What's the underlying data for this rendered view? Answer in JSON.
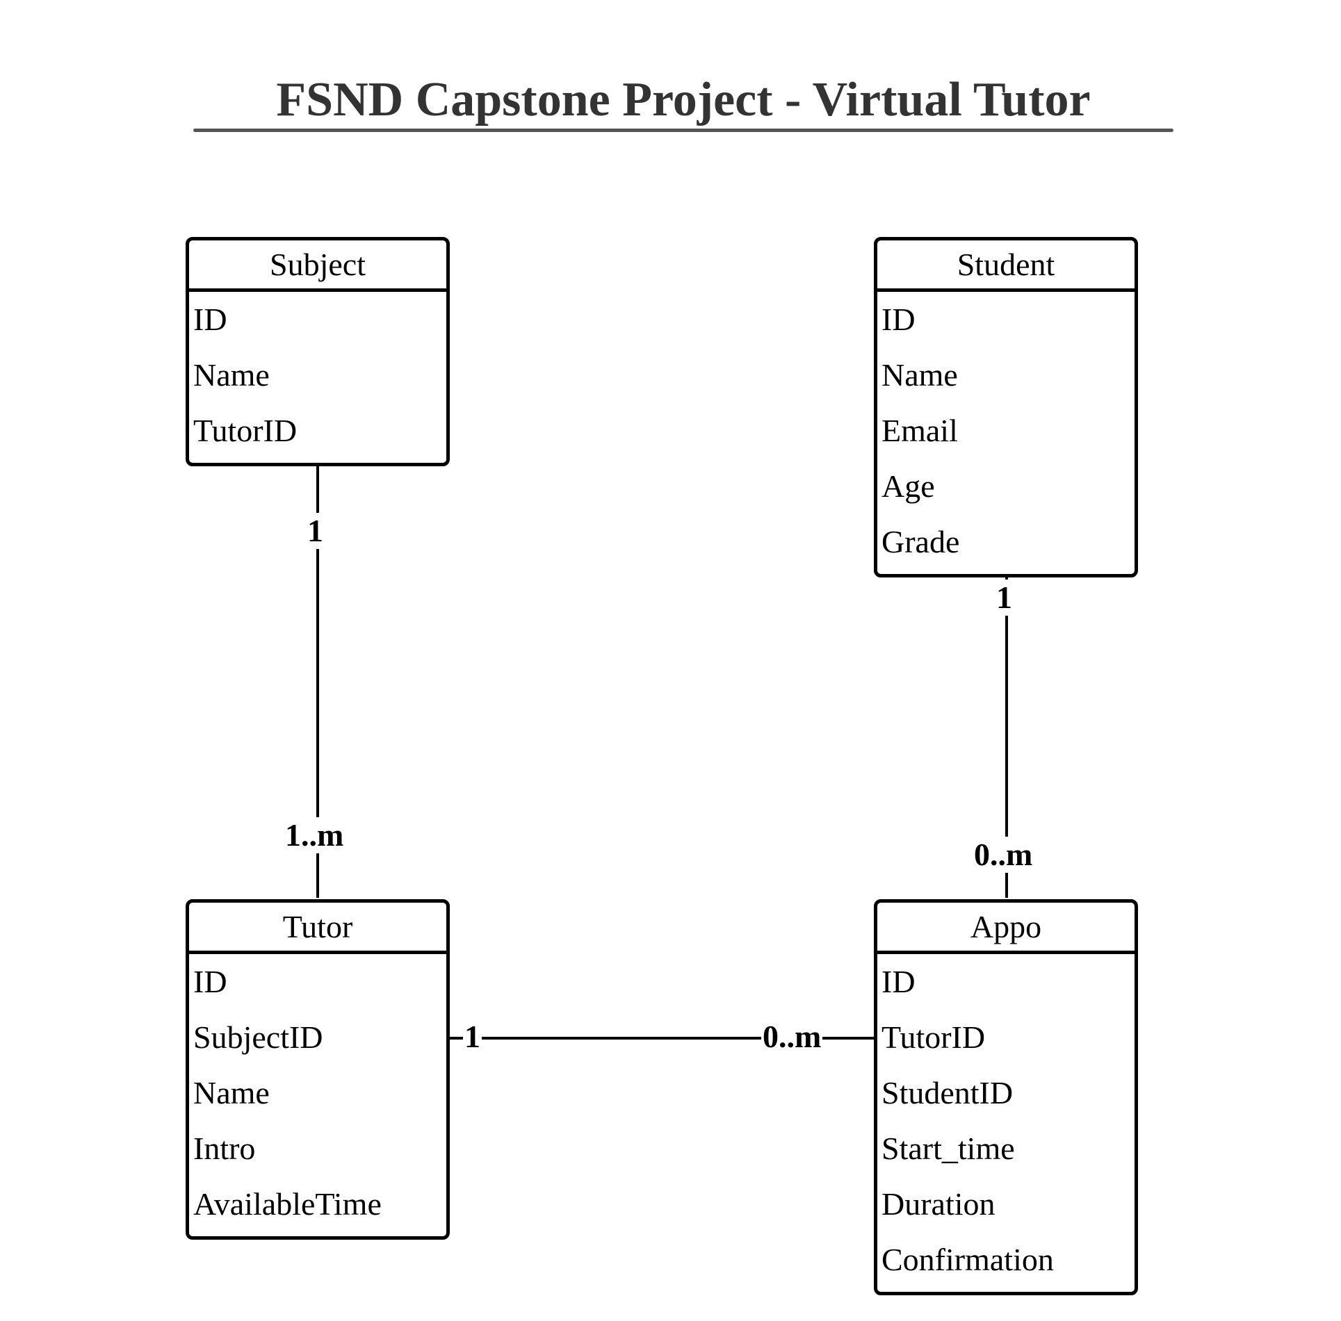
{
  "title": "FSND Capstone Project - Virtual Tutor",
  "entities": {
    "subject": {
      "name": "Subject",
      "fields": [
        "ID",
        "Name",
        "TutorID"
      ]
    },
    "student": {
      "name": "Student",
      "fields": [
        "ID",
        "Name",
        "Email",
        "Age",
        "Grade"
      ]
    },
    "tutor": {
      "name": "Tutor",
      "fields": [
        "ID",
        "SubjectID",
        "Name",
        "Intro",
        "AvailableTime"
      ]
    },
    "appo": {
      "name": "Appo",
      "fields": [
        "ID",
        "TutorID",
        "StudentID",
        "Start_time",
        "Duration",
        "Confirmation"
      ]
    }
  },
  "relationships": {
    "subject_tutor": {
      "from": "Subject",
      "to": "Tutor",
      "from_cardinality": "1",
      "to_cardinality": "1..m"
    },
    "student_appo": {
      "from": "Student",
      "to": "Appo",
      "from_cardinality": "1",
      "to_cardinality": "0..m"
    },
    "tutor_appo": {
      "from": "Tutor",
      "to": "Appo",
      "from_cardinality": "1",
      "to_cardinality": "0..m"
    }
  }
}
